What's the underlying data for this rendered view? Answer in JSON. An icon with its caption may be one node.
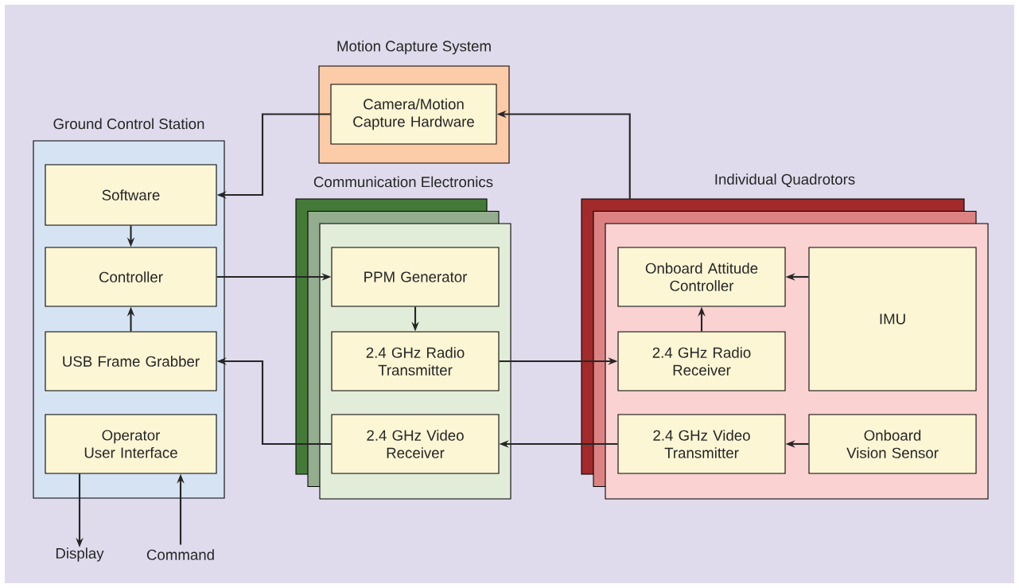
{
  "diagram": {
    "nodes": [
      {
        "text": [
          "Ground Control Station"
        ]
      },
      {
        "text": [
          "Software"
        ],
        "in": 0
      },
      {
        "text": [
          "Controller"
        ],
        "in": 0
      },
      {
        "text": [
          "USB Frame Grabber"
        ],
        "in": 0
      },
      {
        "text": [
          "Operator User Interface"
        ],
        "in": 0
      },
      {
        "text": [
          "Motion Capture System"
        ]
      },
      {
        "text": [
          "Camera/Motion Capture Hardware"
        ],
        "in": 5
      },
      {
        "text": [
          "Communication Electronics"
        ]
      },
      {
        "text": [
          "PPM Generator"
        ],
        "in": 7
      },
      {
        "text": [
          "2.4 GHz Radio Transmitter"
        ],
        "in": 7
      },
      {
        "text": [
          "2.4 GHz Video Receiver"
        ],
        "in": 7
      },
      {
        "text": [
          "Individual Quadrotors"
        ]
      },
      {
        "text": [
          "Onboard Attitude Controller"
        ],
        "in": 11
      },
      {
        "text": [
          "IMU"
        ],
        "in": 11
      },
      {
        "text": [
          "2.4 GHz Radio Receiver"
        ],
        "in": 11
      },
      {
        "text": [
          "2.4 GHz Video Transmitter"
        ],
        "in": 11
      },
      {
        "text": [
          "Onboard Vision Sensor"
        ],
        "in": 11
      },
      {
        "text": [
          "Display"
        ]
      },
      {
        "text": [
          "Command"
        ]
      }
    ],
    "edges": [
      {
        "from": 6,
        "to": 1,
        "arrow": "to"
      },
      {
        "from": 1,
        "to": 2,
        "arrow": "to"
      },
      {
        "from": 3,
        "to": 2,
        "arrow": "to"
      },
      {
        "from": 2,
        "to": 8,
        "arrow": "to"
      },
      {
        "from": 8,
        "to": 9,
        "arrow": "to"
      },
      {
        "from": 9,
        "to": 14,
        "arrow": "to"
      },
      {
        "from": 14,
        "to": 12,
        "arrow": "to"
      },
      {
        "from": 13,
        "to": 12,
        "arrow": "to"
      },
      {
        "from": 16,
        "to": 15,
        "arrow": "to"
      },
      {
        "from": 15,
        "to": 10,
        "arrow": "to"
      },
      {
        "from": 10,
        "to": 3,
        "arrow": "to"
      },
      {
        "from": 11,
        "to": 6,
        "arrow": "to"
      },
      {
        "from": 4,
        "to": 17,
        "arrow": "to"
      },
      {
        "from": 18,
        "to": 4,
        "arrow": "to"
      }
    ]
  }
}
